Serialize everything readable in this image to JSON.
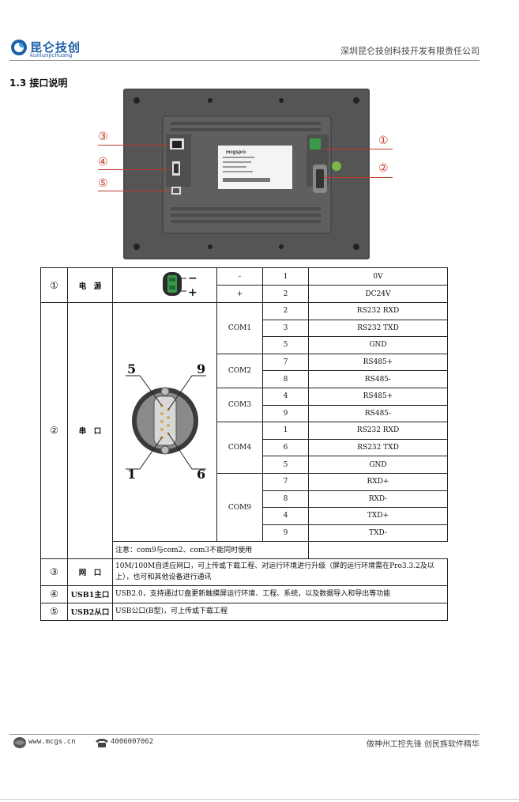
{
  "header": {
    "logo_cn": "昆仑技创",
    "logo_en": "kunlunjichuang",
    "company": "深圳昆仑技创科技开发有限责任公司"
  },
  "section_title": "1.3  接口说明",
  "callouts": [
    "③",
    "④",
    "⑤",
    "①",
    "②"
  ],
  "device_label": "mcgspro",
  "table": {
    "rows": [
      {
        "no": "①",
        "name": "电　源",
        "pins": [
          {
            "group": "-",
            "pin": "1",
            "signal": "0V"
          },
          {
            "group": "+",
            "pin": "2",
            "signal": "DC24V"
          }
        ],
        "plus": "+",
        "minus": "−"
      },
      {
        "no": "②",
        "name": "串　口",
        "groups": [
          {
            "name": "COM1",
            "pins": [
              {
                "pin": "2",
                "signal": "RS232 RXD"
              },
              {
                "pin": "3",
                "signal": "RS232 TXD"
              },
              {
                "pin": "5",
                "signal": "GND"
              }
            ]
          },
          {
            "name": "COM2",
            "pins": [
              {
                "pin": "7",
                "signal": "RS485+"
              },
              {
                "pin": "8",
                "signal": "RS485-"
              }
            ]
          },
          {
            "name": "COM3",
            "pins": [
              {
                "pin": "4",
                "signal": "RS485+"
              },
              {
                "pin": "9",
                "signal": "RS485-"
              }
            ]
          },
          {
            "name": "COM4",
            "pins": [
              {
                "pin": "1",
                "signal": "RS232 RXD"
              },
              {
                "pin": "6",
                "signal": "RS232 TXD"
              },
              {
                "pin": "5",
                "signal": "GND"
              }
            ]
          },
          {
            "name": "COM9",
            "pins": [
              {
                "pin": "7",
                "signal": "RXD+"
              },
              {
                "pin": "8",
                "signal": "RXD-"
              },
              {
                "pin": "4",
                "signal": "TXD+"
              },
              {
                "pin": "9",
                "signal": "TXD-"
              }
            ]
          }
        ],
        "note": "注意：com9与com2、com3不能同时使用",
        "db9_labels": [
          "5",
          "9",
          "1",
          "6"
        ]
      },
      {
        "no": "③",
        "name": "网　口",
        "desc": "10M/100M自适应网口，可上传或下载工程、对运行环境进行升级（屏的运行环境需在Pro3.3.2及以上），也可和其他设备进行通讯"
      },
      {
        "no": "④",
        "name": "USB1主口",
        "desc": "USB2.0，支持通过U盘更新触摸屏运行环境、工程、系统，以及数据导入和导出等功能"
      },
      {
        "no": "⑤",
        "name": "USB2从口",
        "desc": "USB公口(B型)，可上传或下载工程"
      }
    ]
  },
  "footer": {
    "website": "www.mcgs.cn",
    "phone": "4006007062",
    "slogan": "做神州工控先锋  创民族软件精华"
  }
}
